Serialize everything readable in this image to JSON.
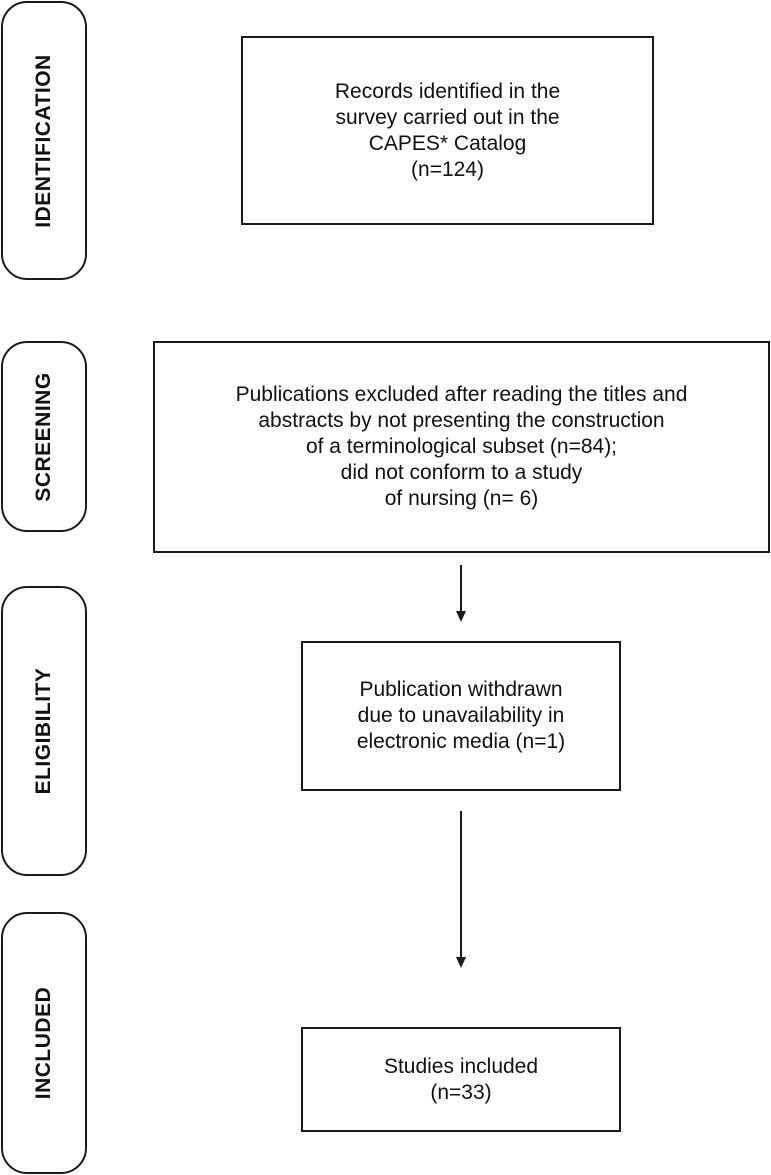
{
  "stages": {
    "identification": "IDENTIFICATION",
    "screening": "SCREENING",
    "eligibility": "ELIGIBILITY",
    "included": "INCLUDED"
  },
  "boxes": {
    "records": {
      "lines": [
        "Records identified in the",
        "survey carried out in the",
        "CAPES* Catalog",
        "(n=124)"
      ]
    },
    "excluded": {
      "lines": [
        "Publications excluded after reading the titles and",
        "abstracts by not presenting the construction",
        "of a terminological subset (n=84);",
        "did not conform to a study",
        "of nursing (n= 6)"
      ]
    },
    "withdrawn": {
      "lines": [
        "Publication withdrawn",
        "due to unavailability in",
        "electronic media (n=1)"
      ]
    },
    "included": {
      "lines": [
        "Studies included",
        "(n=33)"
      ]
    }
  },
  "colors": {
    "stroke": "#1a1a1a",
    "background": "#ffffff"
  }
}
